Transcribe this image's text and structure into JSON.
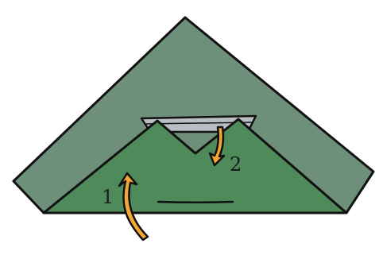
{
  "figure": {
    "type": "origami-fold-instructions",
    "colors": {
      "paper_back": "#6e8f7a",
      "paper_front": "#4f8a5b",
      "paper_inner": "#b9bec3",
      "outline": "#111111",
      "arrow": "#f2a634",
      "background": "#ffffff"
    },
    "steps": [
      {
        "label": "1",
        "arrow_direction": "up",
        "icon": "fold-up-arrow-icon"
      },
      {
        "label": "2",
        "arrow_direction": "down",
        "icon": "fold-down-arrow-icon"
      }
    ]
  }
}
